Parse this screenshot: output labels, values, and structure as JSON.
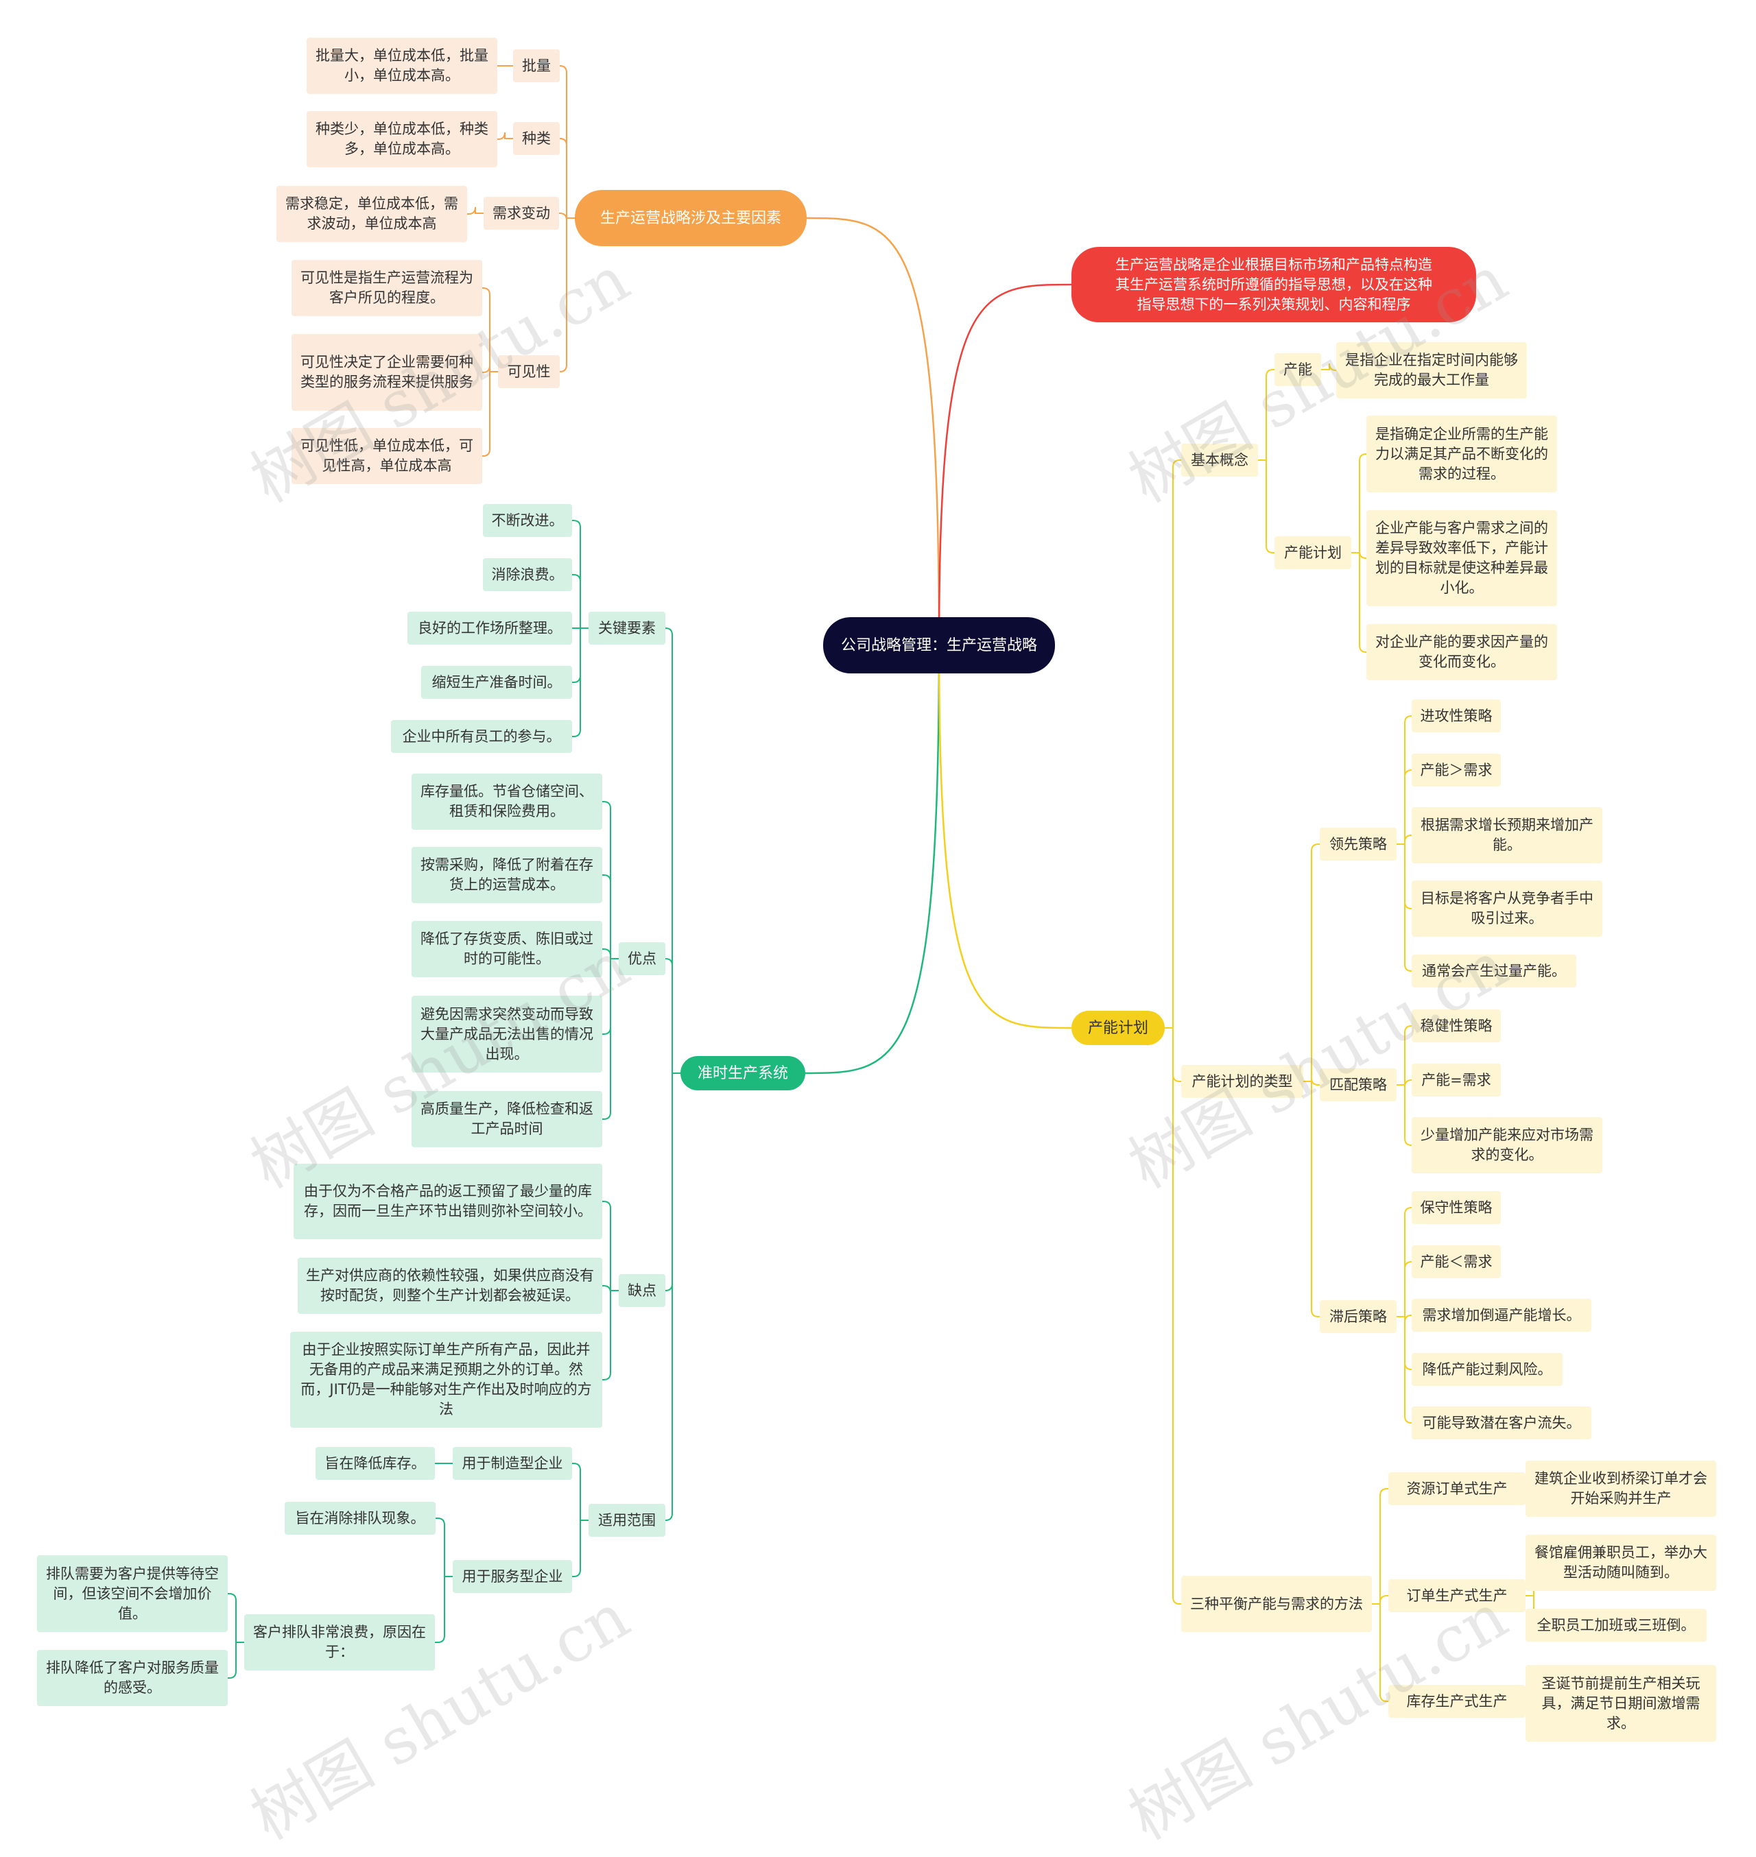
{
  "root": "公司战略管理：生产运营战略",
  "branch_factors": {
    "title": "生产运营战略涉及主要因素",
    "batch": {
      "label": "批量",
      "desc": "批量大，单位成本低，批量小，单位成本高。"
    },
    "variety": {
      "label": "种类",
      "desc": "种类少，单位成本低，种类多，单位成本高。"
    },
    "demand": {
      "label": "需求变动",
      "desc": "需求稳定，单位成本低，需求波动，单位成本高"
    },
    "visibility": {
      "label": "可见性",
      "items": [
        "可见性是指生产运营流程为客户所见的程度。",
        "可见性决定了企业需要何种类型的服务流程来提供服务",
        "可见性低，单位成本低，可见性高，单位成本高"
      ]
    }
  },
  "branch_definition": {
    "title": "生产运营战略是企业根据目标市场和产品特点构造其生产运营系统时所遵循的指导思想，以及在这种指导思想下的一系列决策规划、内容和程序"
  },
  "branch_jit": {
    "title": "准时生产系统",
    "key": {
      "label": "关键要素",
      "items": [
        "不断改进。",
        "消除浪费。",
        "良好的工作场所整理。",
        "缩短生产准备时间。",
        "企业中所有员工的参与。"
      ]
    },
    "pros": {
      "label": "优点",
      "items": [
        "库存量低。节省仓储空间、租赁和保险费用。",
        "按需采购，降低了附着在存货上的运营成本。",
        "降低了存货变质、陈旧或过时的可能性。",
        "避免因需求突然变动而导致大量产成品无法出售的情况出现。",
        "高质量生产，降低检查和返工产品时间"
      ]
    },
    "cons": {
      "label": "缺点",
      "items": [
        "由于仅为不合格产品的返工预留了最少量的库存，因而一旦生产环节出错则弥补空间较小。",
        "生产对供应商的依赖性较强，如果供应商没有按时配货，则整个生产计划都会被延误。",
        "由于企业按照实际订单生产所有产品，因此并无备用的产成品来满足预期之外的订单。然而，JIT仍是一种能够对生产作出及时响应的方法"
      ]
    },
    "scope": {
      "label": "适用范围",
      "manufacturing": {
        "label": "用于制造型企业",
        "desc": "旨在降低库存。"
      },
      "service": {
        "label": "用于服务型企业",
        "desc": "旨在消除排队现象。",
        "queue": {
          "label": "客户排队非常浪费，原因在于：",
          "items": [
            "排队需要为客户提供等待空间，但该空间不会增加价值。",
            "排队降低了客户对服务质量的感受。"
          ]
        }
      }
    }
  },
  "branch_capacity": {
    "title": "产能计划",
    "basic": {
      "label": "基本概念",
      "capacity": {
        "label": "产能",
        "desc": "是指企业在指定时间内能够完成的最大工作量"
      },
      "plan": {
        "label": "产能计划",
        "items": [
          "是指确定企业所需的生产能力以满足其产品不断变化的需求的过程。",
          "企业产能与客户需求之间的差异导致效率低下，产能计划的目标就是使这种差异最小化。",
          "对企业产能的要求因产量的变化而变化。"
        ]
      }
    },
    "types": {
      "label": "产能计划的类型",
      "lead": {
        "label": "领先策略",
        "items": [
          "进攻性策略",
          "产能＞需求",
          "根据需求增长预期来增加产能。",
          "目标是将客户从竞争者手中吸引过来。",
          "通常会产生过量产能。"
        ]
      },
      "match": {
        "label": "匹配策略",
        "items": [
          "稳健性策略",
          "产能=需求",
          "少量增加产能来应对市场需求的变化。"
        ]
      },
      "lag": {
        "label": "滞后策略",
        "items": [
          "保守性策略",
          "产能＜需求",
          "需求增加倒逼产能增长。",
          "降低产能过剩风险。",
          "可能导致潜在客户流失。"
        ]
      }
    },
    "balance": {
      "label": "三种平衡产能与需求的方法",
      "resource": {
        "label": "资源订单式生产",
        "desc": "建筑企业收到桥梁订单才会开始采购并生产"
      },
      "order": {
        "label": "订单生产式生产",
        "items": [
          "餐馆雇佣兼职员工，举办大型活动随叫随到。",
          "全职员工加班或三班倒。"
        ]
      },
      "stock": {
        "label": "库存生产式生产",
        "desc": "圣诞节前提前生产相关玩具，满足节日期间激增需求。"
      }
    }
  },
  "watermark": "树图 shutu.cn",
  "colors": {
    "root": "#0b0b33",
    "factors": "#f5a24b",
    "definition": "#ef3f3a",
    "jit": "#1db87c",
    "capacity": "#f4cf1b"
  }
}
